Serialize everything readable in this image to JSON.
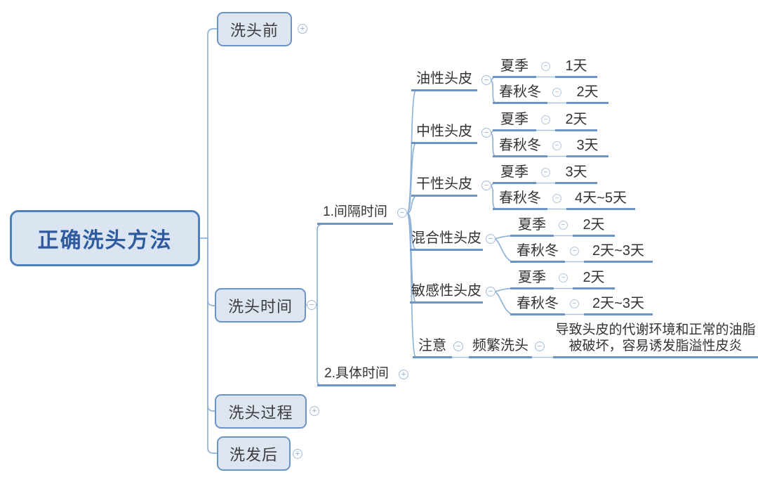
{
  "root": {
    "label": "正确洗头方法"
  },
  "branches": {
    "before": {
      "label": "洗头前",
      "expander": "+"
    },
    "time": {
      "label": "洗头时间",
      "expander": "−"
    },
    "process": {
      "label": "洗头过程",
      "expander": "+"
    },
    "after": {
      "label": "洗发后",
      "expander": "+"
    }
  },
  "time_children": {
    "interval": {
      "label": "1.间隔时间",
      "expander": "−"
    },
    "specific": {
      "label": "2.具体时间",
      "expander": "+"
    }
  },
  "scalp_types": [
    {
      "label": "油性头皮",
      "expander": "−",
      "seasons": [
        {
          "label": "夏季",
          "expander": "−",
          "value": "1天"
        },
        {
          "label": "春秋冬",
          "expander": "−",
          "value": "2天"
        }
      ]
    },
    {
      "label": "中性头皮",
      "expander": "−",
      "seasons": [
        {
          "label": "夏季",
          "expander": "−",
          "value": "2天"
        },
        {
          "label": "春秋冬",
          "expander": "−",
          "value": "3天"
        }
      ]
    },
    {
      "label": "干性头皮",
      "expander": "−",
      "seasons": [
        {
          "label": "夏季",
          "expander": "−",
          "value": "3天"
        },
        {
          "label": "春秋冬",
          "expander": "−",
          "value": "4天~5天"
        }
      ]
    },
    {
      "label": "混合性头皮",
      "expander": "−",
      "seasons": [
        {
          "label": "夏季",
          "expander": "−",
          "value": "2天"
        },
        {
          "label": "春秋冬",
          "expander": "−",
          "value": "2天~3天"
        }
      ]
    },
    {
      "label": "敏感性头皮",
      "expander": "−",
      "seasons": [
        {
          "label": "夏季",
          "expander": "−",
          "value": "2天"
        },
        {
          "label": "春秋冬",
          "expander": "−",
          "value": "2天~3天"
        }
      ]
    }
  ],
  "note": {
    "label": "注意",
    "expander": "−",
    "cause": "频繁洗头",
    "cause_expander": "−",
    "effect": "导致头皮的代谢环境和正常的油脂被破坏，容易诱发脂溢性皮炎"
  },
  "colors": {
    "node_border": "#6b93c4",
    "node_fill": "#dde5f1",
    "root_border": "#4f80ba",
    "root_fill": "#dbe5f2",
    "root_text": "#2e5b9d",
    "underline": "#6b94c6",
    "connector": "#8fb2d8"
  }
}
